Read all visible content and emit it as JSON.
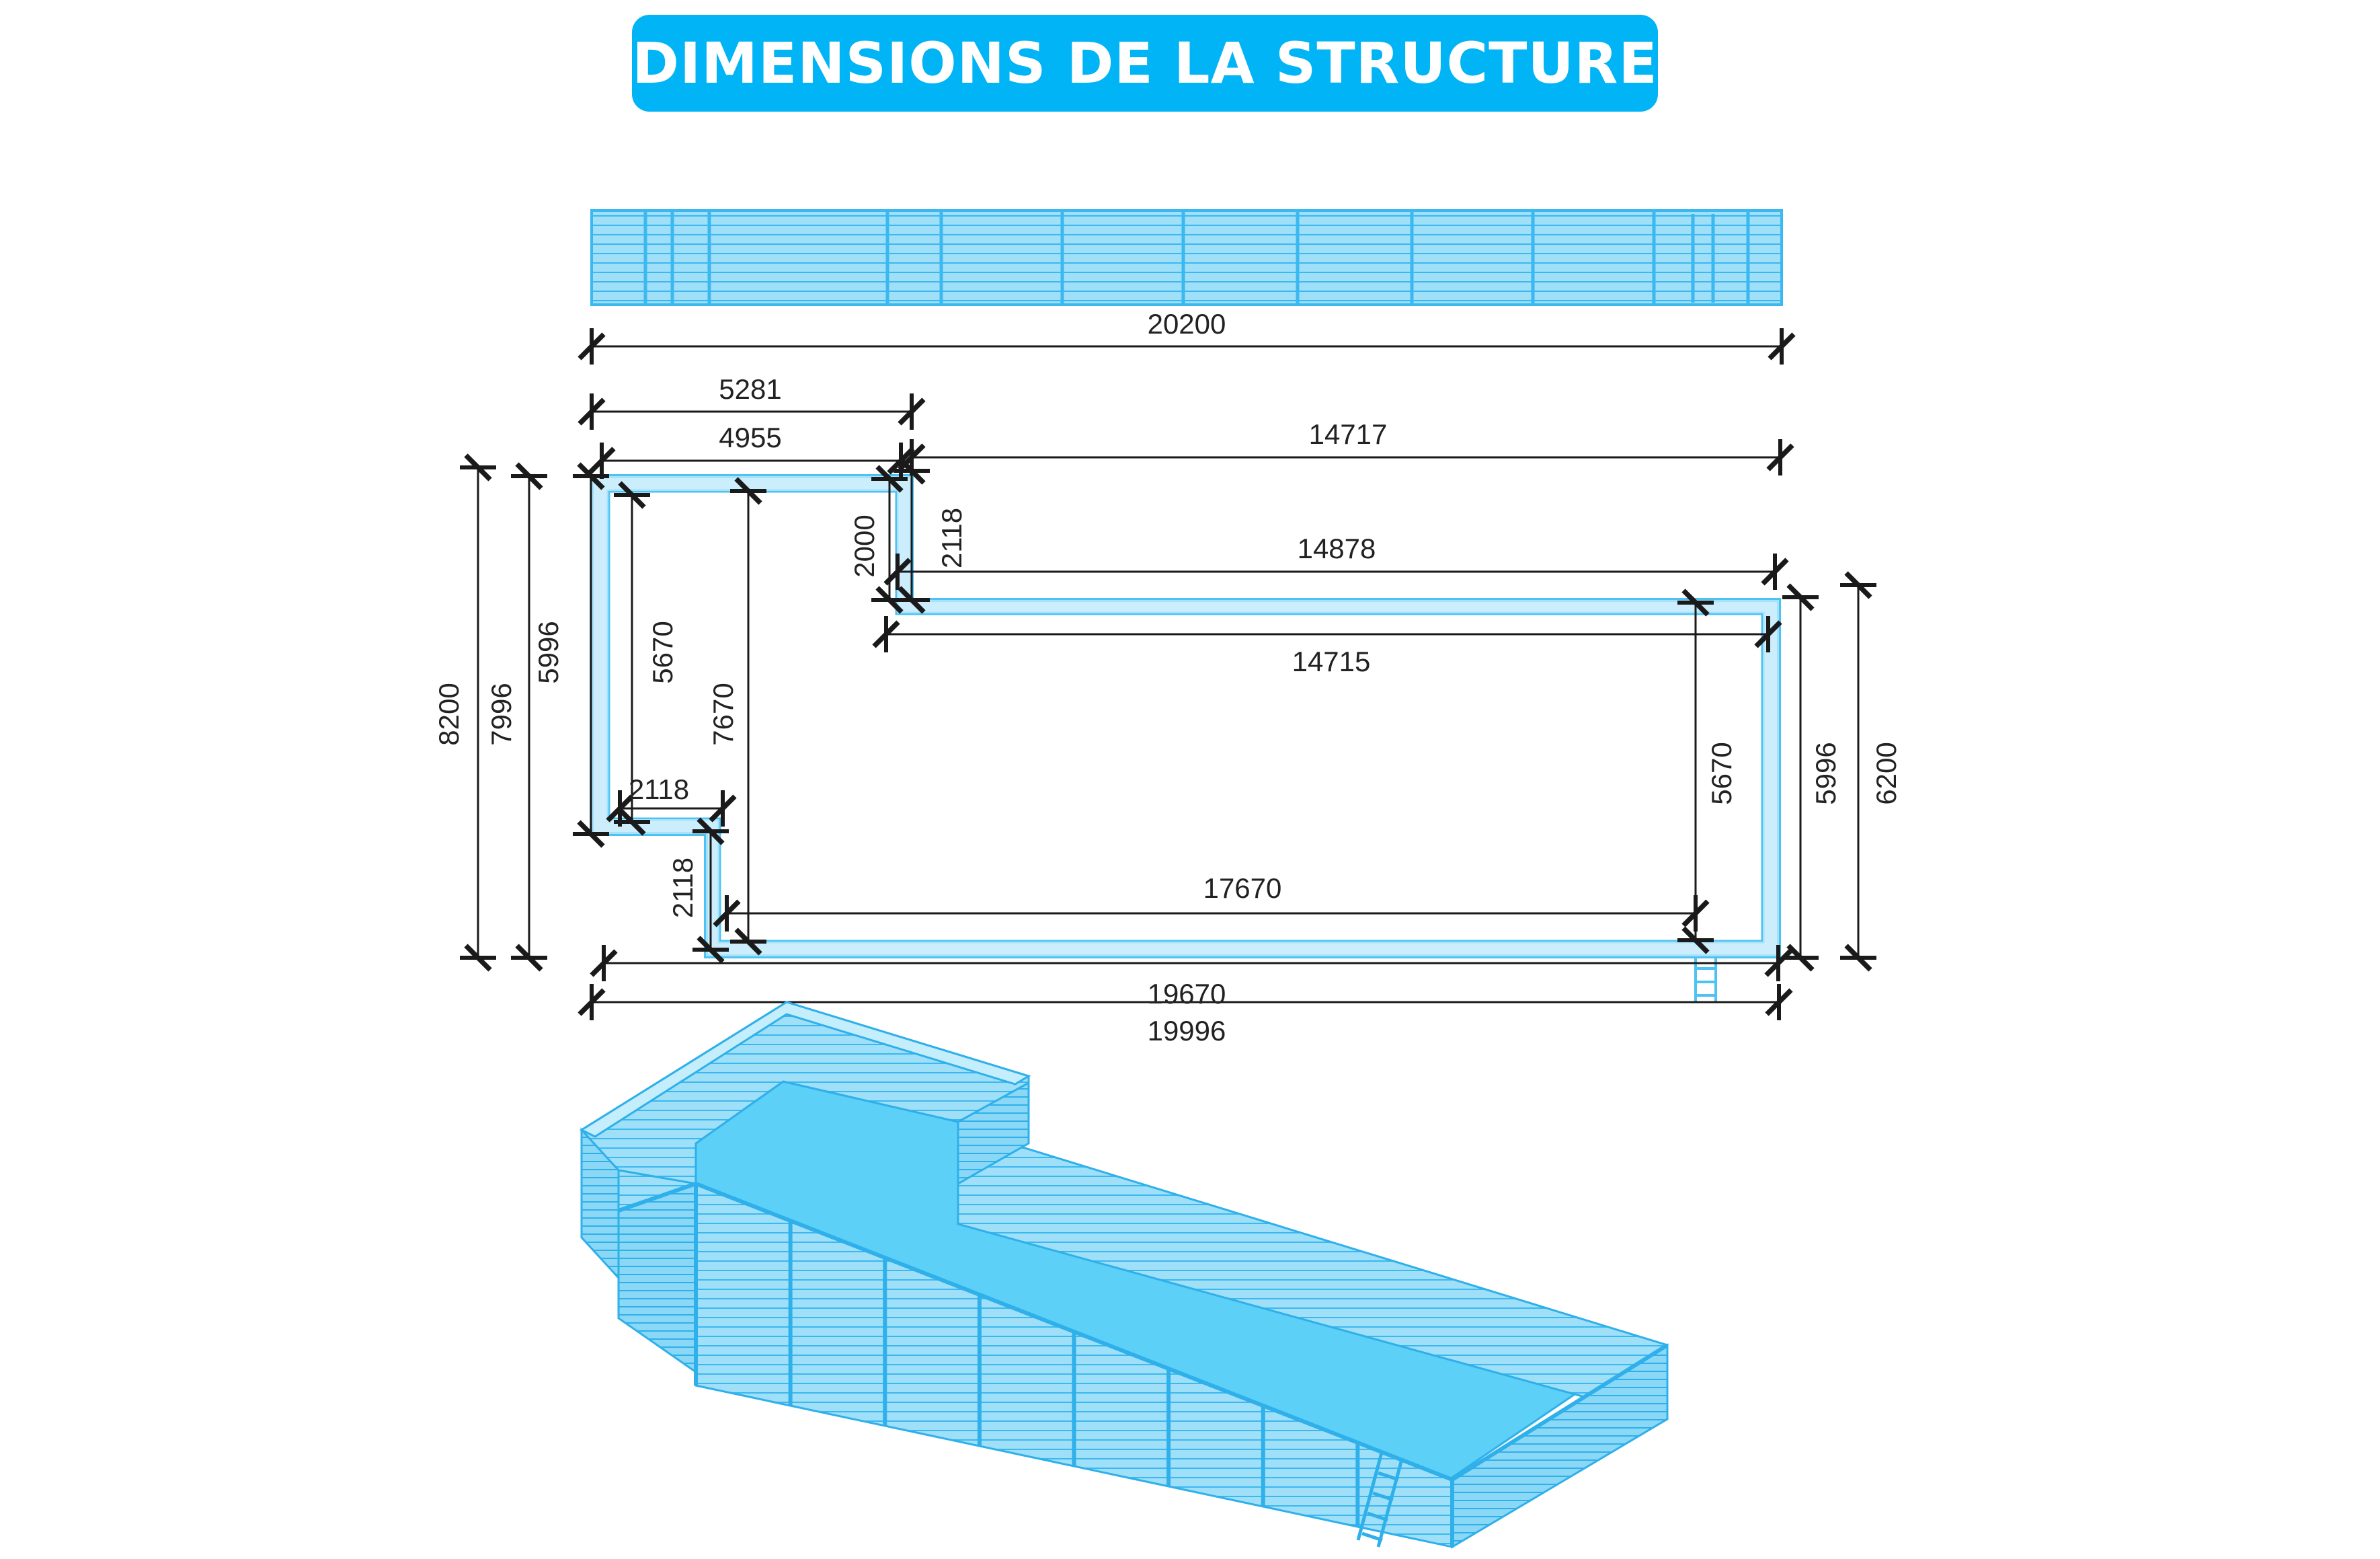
{
  "title": "DIMENSIONS DE LA STRUCTURE",
  "colors": {
    "title_bg": "#00b4f5",
    "structure": "#4cc3f2",
    "dim_line": "#1a1a1a"
  },
  "elevation": {
    "length": "20200"
  },
  "plan": {
    "top_left_outer": "5281",
    "top_left_inner": "4955",
    "top_right_outer": "14717",
    "step_height_outer": "2000",
    "step_height_inner": "2118",
    "right_inner_top": "14878",
    "right_inner_bottom": "14715",
    "overall_height_outer": "8200",
    "overall_height_mid": "7996",
    "left_height": "5996",
    "left_inner_height": "5670",
    "left_deep_inner": "7670",
    "notch_width": "2118",
    "notch_height": "2118",
    "bottom_inner": "17670",
    "bottom_mid": "19670",
    "bottom_outer": "19996",
    "right_inner_height": "5670",
    "right_height": "5996",
    "right_outer_height": "6200"
  }
}
